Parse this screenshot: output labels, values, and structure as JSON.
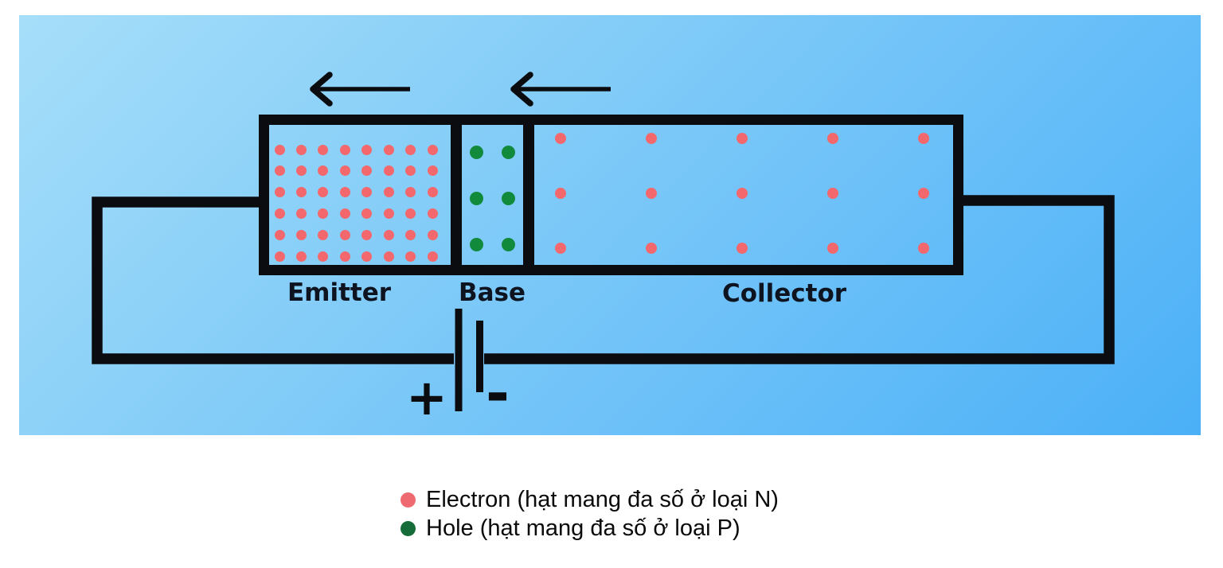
{
  "diagram": {
    "emitter": {
      "label": "Emitter",
      "dot_rows": 6,
      "dot_cols": 8,
      "dot_color": "#f2686d",
      "carrier": "electron"
    },
    "base": {
      "label": "Base",
      "dot_rows": 3,
      "dot_cols": 2,
      "dot_color": "#128a3c",
      "carrier": "hole"
    },
    "collector": {
      "label": "Collector",
      "dot_rows": 3,
      "dot_cols": 5,
      "dot_color": "#f2686d",
      "carrier": "electron"
    },
    "battery": {
      "positive": "+",
      "negative": "-"
    },
    "arrows": {
      "count": 2,
      "direction": "left"
    },
    "colors": {
      "panel_gradient_start": "#a6def9",
      "panel_gradient_end": "#4bb0f7",
      "line_black": "#0b0c10",
      "label_text": "#0e1320"
    }
  },
  "legend": {
    "items": [
      {
        "marker_color": "#ee6a70",
        "label": "Electron (hạt mang đa số ở loại N)"
      },
      {
        "marker_color": "#156c38",
        "label": "Hole (hạt mang đa số ở loại P)"
      }
    ]
  }
}
